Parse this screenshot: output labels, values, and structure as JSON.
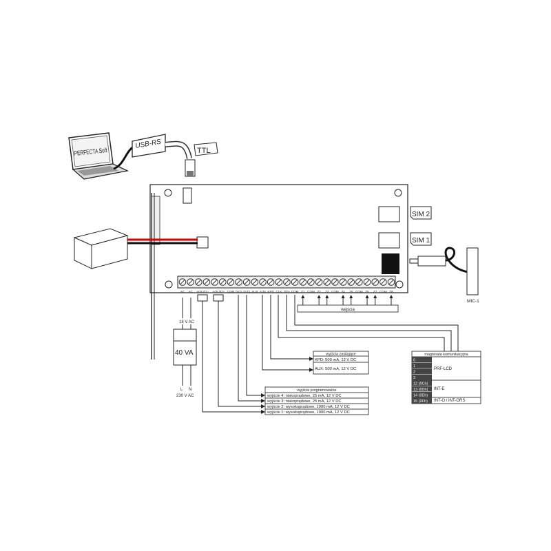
{
  "laptop": {
    "screen_text": "PERFECTA Soft"
  },
  "converter": {
    "label": "USB-RS",
    "cable_label": "TTL"
  },
  "sim": {
    "sim2": "SIM 2",
    "sim1": "SIM 1"
  },
  "microphone": {
    "label": "MIC-1"
  },
  "transformer": {
    "secondary": "18 V AC",
    "rating": "40 VA",
    "l": "L",
    "n": "N",
    "primary": "230 V AC"
  },
  "terminals": [
    "AC",
    "AC",
    "+OUT1-",
    "",
    "+OUT2-",
    "",
    "COM",
    "OUT3",
    "OUT4",
    "AUX",
    "AUX",
    "KPD",
    "CLK",
    "DTA",
    "COM",
    "Z1",
    "COM",
    "Z2",
    "Z3",
    "COM",
    "Z4",
    "Z5",
    "COM",
    "Z6",
    "Z7",
    "COM",
    "Z8"
  ],
  "inputs_label": "wejścia",
  "power_outputs": {
    "title": "wyjścia zasilające",
    "rows": [
      "KPD: 500 mA, 12 V DC",
      "AUX: 500 mA, 12 V DC"
    ]
  },
  "programmable_outputs": {
    "title": "wyjścia programowalne",
    "rows": [
      "wyjście 4: niskoprądowe, 25 mA, 12 V DC",
      "wyjście 3: niskoprądowe, 25 mA, 12 V DC",
      "wyjście 2: wysokoprądowe, 1000 mA, 12 V DC",
      "wyjście 1: wysokoprądowe, 1000 mA, 12 V DC"
    ]
  },
  "bus": {
    "title": "magistrala komunikacyjna",
    "addresses": [
      "0",
      "1",
      "2",
      "3",
      "12 (0Ch)",
      "13 (0Dh)",
      "14 (0Eh)",
      "15 (0Fh)"
    ],
    "devices": [
      "PRF-LCD",
      "INT-E",
      "INT-O / INT-ORS"
    ]
  }
}
